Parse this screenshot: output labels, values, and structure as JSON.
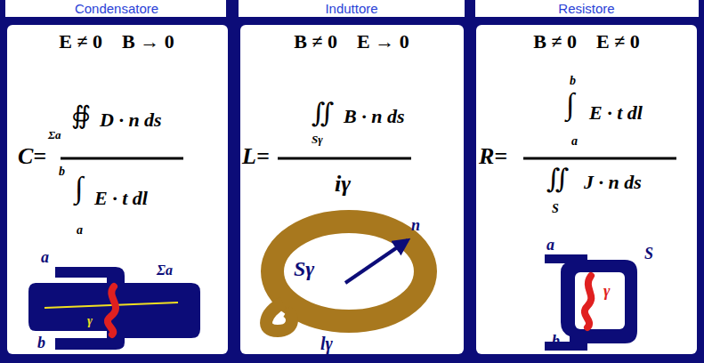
{
  "diagram": {
    "nodes": [
      {
        "text": [
          "Condensatore",
          "E ≠ 0    B → 0",
          "C=",
          "∯",
          "Σa",
          "D · n ds",
          "b",
          "∫",
          "a",
          "E · t dl"
        ]
      },
      {
        "text": [
          "Induttore",
          "B ≠ 0    E → 0",
          "L=",
          "∬",
          "Sγ",
          "B · n ds",
          "iγ"
        ]
      },
      {
        "text": [
          "Resistore",
          "B ≠ 0    E ≠ 0",
          "R=",
          "b",
          "∫",
          "a",
          "E · t dl",
          "∬",
          "J · n ds",
          "S"
        ]
      }
    ],
    "edges": [],
    "labels": [
      "a",
      "b",
      "Σa",
      "γ",
      "n",
      "Sγ",
      "lγ",
      "a",
      "S",
      "γ",
      "b"
    ]
  }
}
